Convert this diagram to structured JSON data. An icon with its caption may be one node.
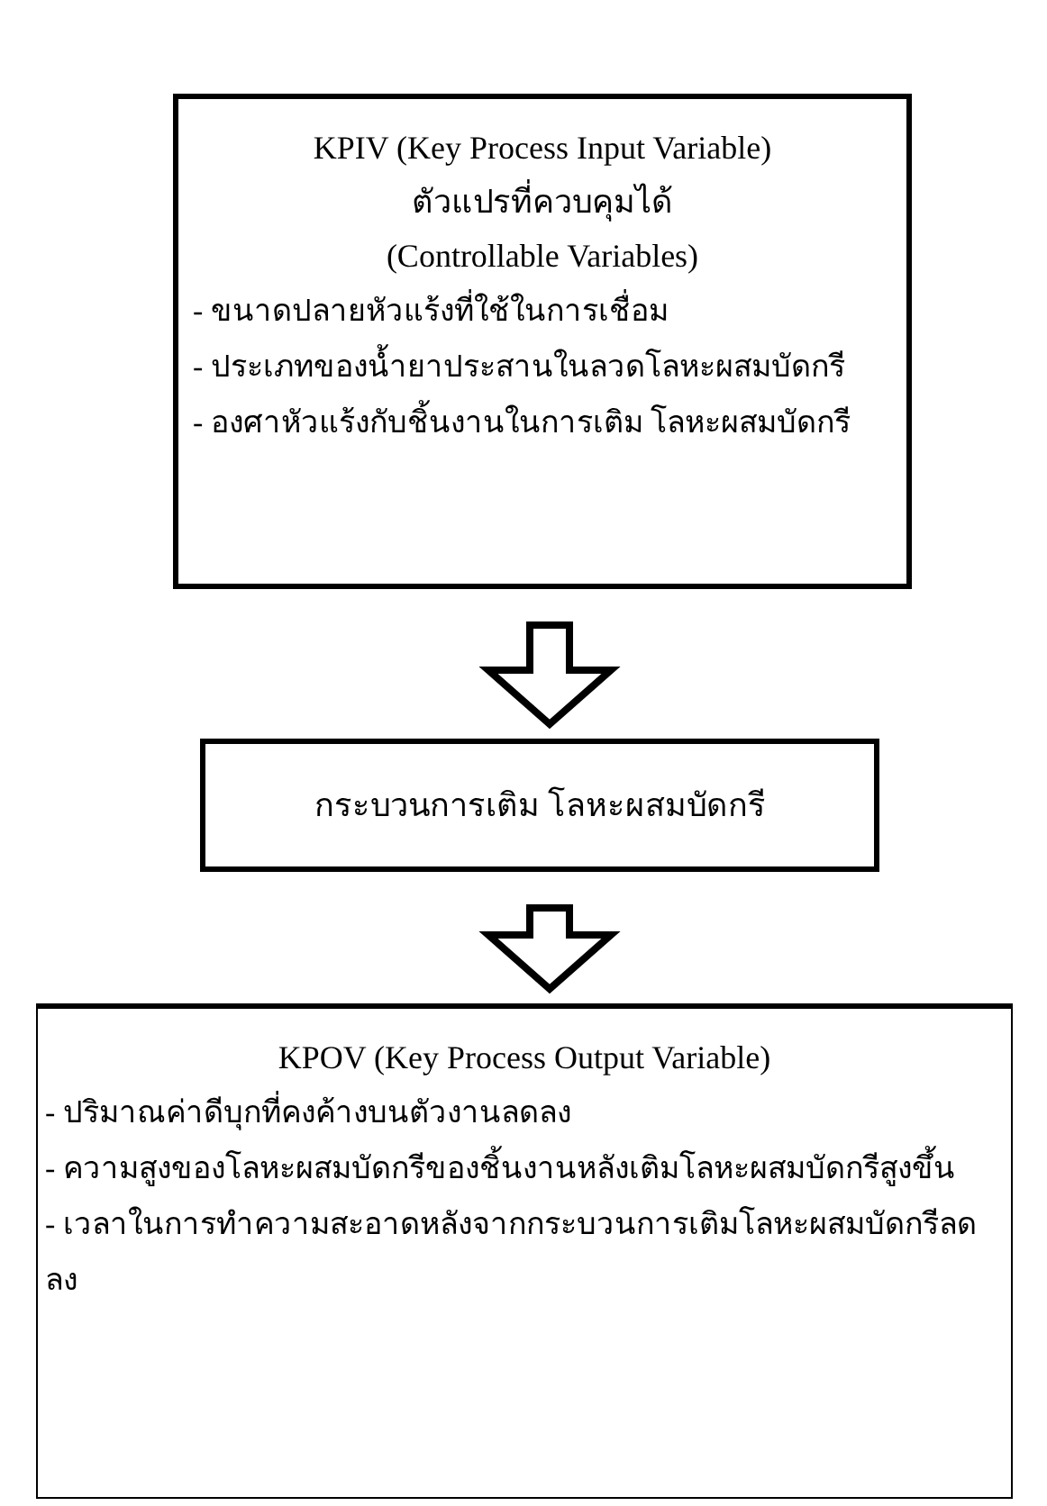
{
  "diagram": {
    "nodes": [
      {
        "text": [
          "KPIV (Key Process Input Variable)",
          "ตัวแปรที่ควบคุมได้",
          "(Controllable  Variables)",
          "- ขนาดปลายหัวแร้งที่ใช้ในการเชื่อม",
          "- ประเภทของน้ำยาประสานในลวดโลหะผสมบัดกรี",
          "- องศาหัวแร้งกับชิ้นงานในการเติม โลหะผสมบัดกรี"
        ]
      },
      {
        "text": [
          "กระบวนการเติม โลหะผสมบัดกรี"
        ]
      },
      {
        "text": [
          "KPOV (Key Process Output Variable)",
          "- ปริมาณค่าดีบุกที่คงค้างบนตัวงานลดลง",
          "- ความสูงของโลหะผสมบัดกรีของชิ้นงานหลังเติมโลหะผสมบัดกรีสูงขึ้น",
          "- เวลาในการทำความสะอาดหลังจากกระบวนการเติมโลหะผสมบัดกรีลดลง"
        ]
      }
    ],
    "edges": [
      {
        "from": 0,
        "to": 1,
        "arrow": "to"
      },
      {
        "from": 1,
        "to": 2,
        "arrow": "to"
      }
    ]
  }
}
